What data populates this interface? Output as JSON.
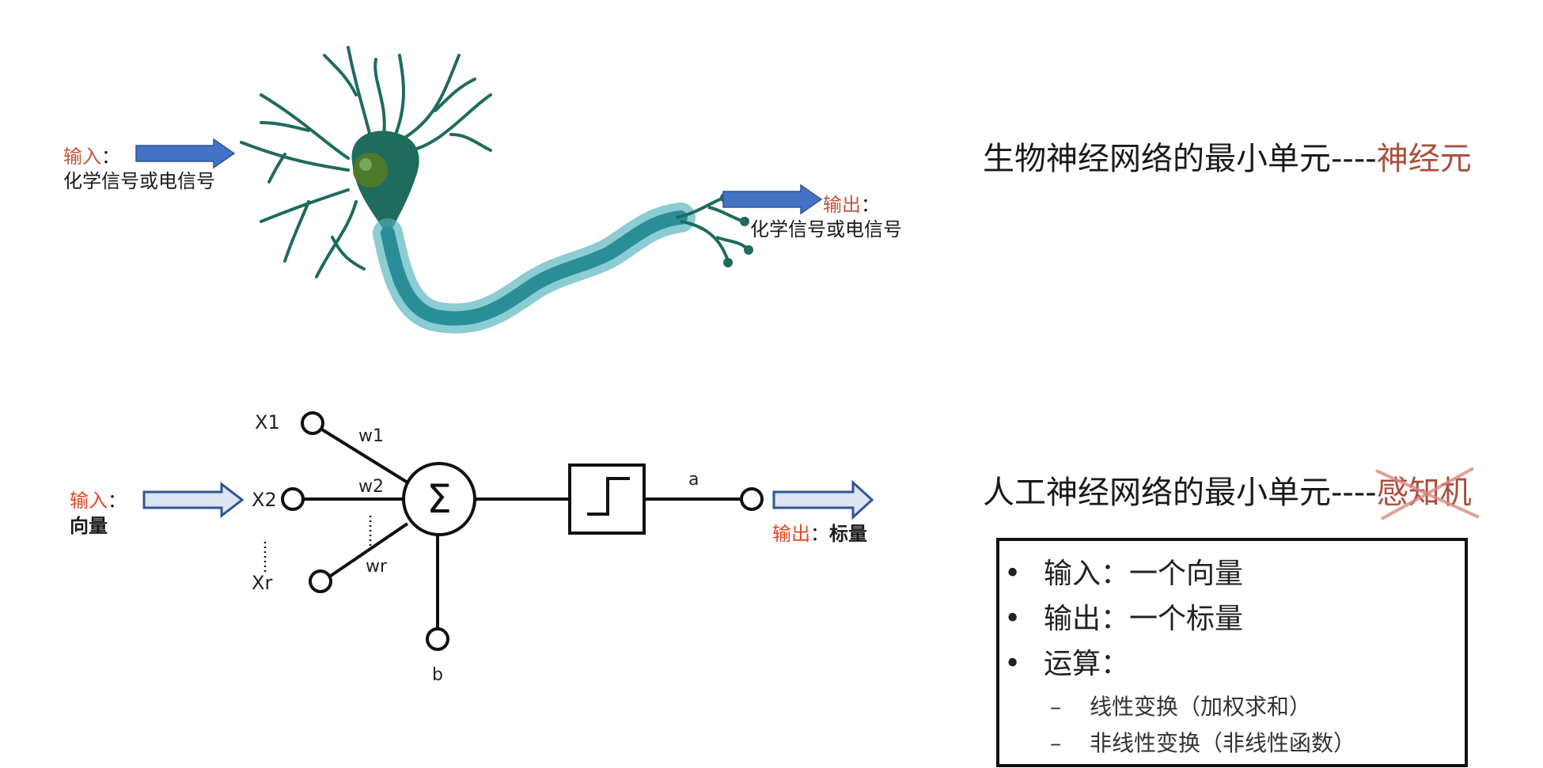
{
  "bio": {
    "input_label": "输入",
    "input_colon": "：",
    "input_desc": "化学信号或电信号",
    "output_label": "输出",
    "output_colon": "：",
    "output_desc": "化学信号或电信号",
    "title_main": "生物神经网络的最小单元----",
    "title_accent": "神经元"
  },
  "artificial": {
    "input_label": "输入",
    "input_colon": "：",
    "input_desc": "向量",
    "output_label": "输出",
    "output_colon": "：",
    "output_desc": "标量",
    "nodes": {
      "x1": "X1",
      "x2": "X2",
      "xr": "Xr",
      "w1": "w1",
      "w2": "w2",
      "wr": "wr",
      "b": "b",
      "a": "a",
      "sum": "Σ"
    },
    "title_main": "人工神经网络的最小单元----",
    "title_accent": "感知机",
    "title_accent_crossed": true
  },
  "summary_box": {
    "bullets": [
      {
        "marker": "•",
        "label": "输入：一个向量"
      },
      {
        "marker": "•",
        "label": "输出：一个标量"
      },
      {
        "marker": "•",
        "label": "运算："
      }
    ],
    "sub_items": [
      {
        "marker": "–",
        "label": "线性变换（加权求和）"
      },
      {
        "marker": "–",
        "label": "非线性变换（非线性函数）"
      }
    ]
  },
  "colors": {
    "arrow_blue": "#4472c4",
    "arrow_light_fill": "#dde4f2",
    "neuron_teal": "#1f6b5e",
    "axon_teal": "#4fb0bb",
    "accent_red": "#a9503f",
    "label_orange": "#e8461f"
  }
}
